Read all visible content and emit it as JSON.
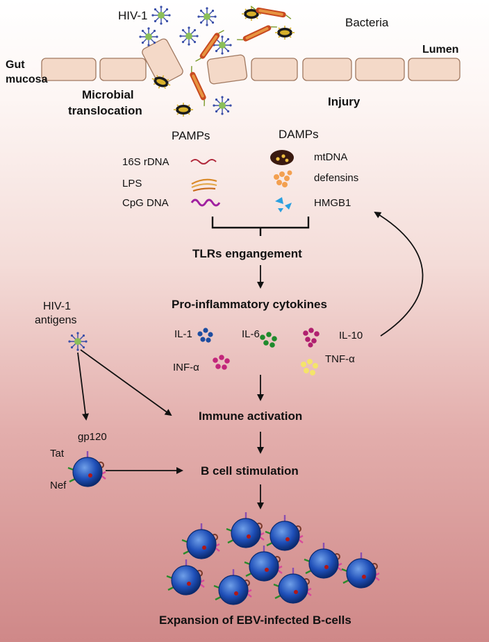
{
  "top": {
    "hiv": "HIV-1",
    "bacteria": "Bacteria",
    "lumen": "Lumen",
    "gut_1": "Gut",
    "gut_2": "mucosa",
    "translocation_1": "Microbial",
    "translocation_2": "translocation",
    "injury": "Injury"
  },
  "pamps": {
    "heading": "PAMPs",
    "items": [
      "16S rDNA",
      "LPS",
      "CpG DNA"
    ]
  },
  "damps": {
    "heading": "DAMPs",
    "items": [
      "mtDNA",
      "defensins",
      "HMGB1"
    ]
  },
  "flow": {
    "tlr": "TLRs engangement",
    "cytokines": "Pro-inflammatory cytokines",
    "immune": "Immune activation",
    "bcell": "B cell stimulation",
    "expansion": "Expansion of  EBV-infected  B-cells"
  },
  "cytokine_labels": [
    "IL-1",
    "IL-6",
    "IL-10",
    "INF-α",
    "TNF-α"
  ],
  "antigens": {
    "line_1": "HIV-1",
    "line_2": "antigens",
    "gp120": "gp120",
    "tat": "Tat",
    "nef": "Nef"
  },
  "colors": {
    "cell_blue": "#1f4fb8",
    "mucosa_cell": "#f4d9c8",
    "virus_green": "#8bbf5a",
    "il1_blue": "#1e4da0",
    "il6_green": "#1f8a2c",
    "il10_magenta": "#b0206f",
    "inf_magenta": "#c2267a",
    "tnf_yellow": "#f4e46a"
  }
}
